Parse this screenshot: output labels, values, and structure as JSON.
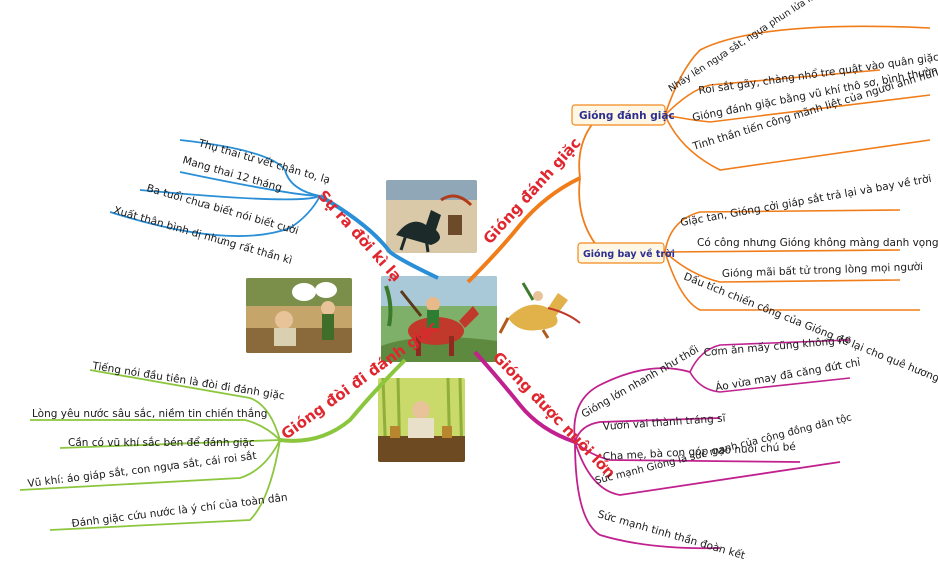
{
  "center": {
    "image": "central-illustration-giong-on-horse"
  },
  "branches": {
    "top_left": {
      "title": "Sự ra đời kì lạ",
      "color": "#2a8fd6",
      "text_color": "#e0262e",
      "leaves": [
        "Thụ thai từ vết chân to, lạ",
        "Mang thai 12 tháng",
        "Ba tuổi chưa biết nói biết cười",
        "Xuất thân bình dị nhưng rất thần kì"
      ]
    },
    "top_right": {
      "title": "Gióng đánh giặc",
      "color": "#f07d1a",
      "text_color": "#e0262e",
      "groups": [
        {
          "label": "Gióng đánh giặc",
          "leaves": [
            "Nhảy lên ngựa sắt, ngựa phun lửa lao thẳng đến nơi có giặc",
            "Roi sắt gãy, chàng nhổ tre quật vào quân giặc",
            "Gióng đánh giặc bằng vũ khí thô sơ, bình thường nhất",
            "Tinh thần tiến công mãnh liệt của người anh hùng"
          ]
        },
        {
          "label": "Gióng bay về trời",
          "leaves": [
            "Giặc tan, Gióng cởi giáp sắt trả lại và bay về trời",
            "Có công nhưng Gióng không màng danh vọng",
            "Gióng mãi bất tử trong lòng mọi người",
            "Dấu tích chiến công của Gióng để lại cho quê hương"
          ]
        }
      ]
    },
    "bottom_left": {
      "title": "Gióng đòi đi đánh giặc",
      "color": "#8cc63f",
      "text_color": "#e0262e",
      "leaves": [
        "Tiếng nói đầu tiên là đòi đi đánh giặc",
        "Lòng yêu nước sâu sắc, niềm tin chiến thắng",
        "Cần có vũ khí sắc bén để đánh giặc",
        "Vũ khí: áo giáp sắt, con ngựa sắt, cái roi sắt",
        "Đánh giặc cứu nước là ý chí của toàn dân"
      ]
    },
    "bottom_right": {
      "title": "Gióng được nuôi lớn",
      "color": "#c0218e",
      "text_color": "#e0262e",
      "sub": {
        "label": "Gióng lớn nhanh như thổi",
        "leaves": [
          "Cơm ăn mấy cũng không no",
          "Áo vừa may đã căng đứt chỉ"
        ]
      },
      "leaves": [
        "Vươn vai thành tráng sĩ",
        "Cha mẹ, bà con góp gạo nuôi chú bé",
        "Sức mạnh Gióng là sức mạnh của cộng đồng dân tộc",
        "Sức mạnh tinh thần đoàn kết"
      ]
    }
  },
  "images": {
    "top": "battle-horse-illustration",
    "left": "child-in-house-illustration",
    "right": "flying-warrior-illustration",
    "bottom": "child-eating-rice-illustration"
  }
}
